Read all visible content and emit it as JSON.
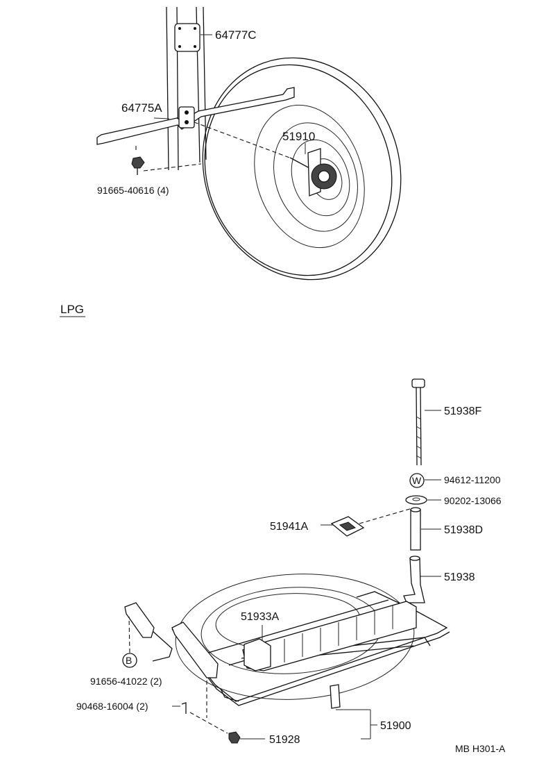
{
  "upper": {
    "labels": {
      "p64777c": "64777C",
      "p64775a": "64775A",
      "p51910": "51910",
      "p91665": "91665-40616 (4)"
    }
  },
  "lpg": {
    "heading": "LPG",
    "labels": {
      "p51938f": "51938F",
      "p94612": "94612-11200",
      "p90202": "90202-13066",
      "p51941a": "51941A",
      "p51938d": "51938D",
      "p51938": "51938",
      "p51933a": "51933A",
      "p91656": "91656-41022 (2)",
      "p90468": "90468-16004 (2)",
      "p51928": "51928",
      "p51900": "51900"
    },
    "marks": {
      "washer_mark": "W",
      "bolt_mark": "B"
    }
  },
  "footer": {
    "code": "MB  H301-A"
  }
}
